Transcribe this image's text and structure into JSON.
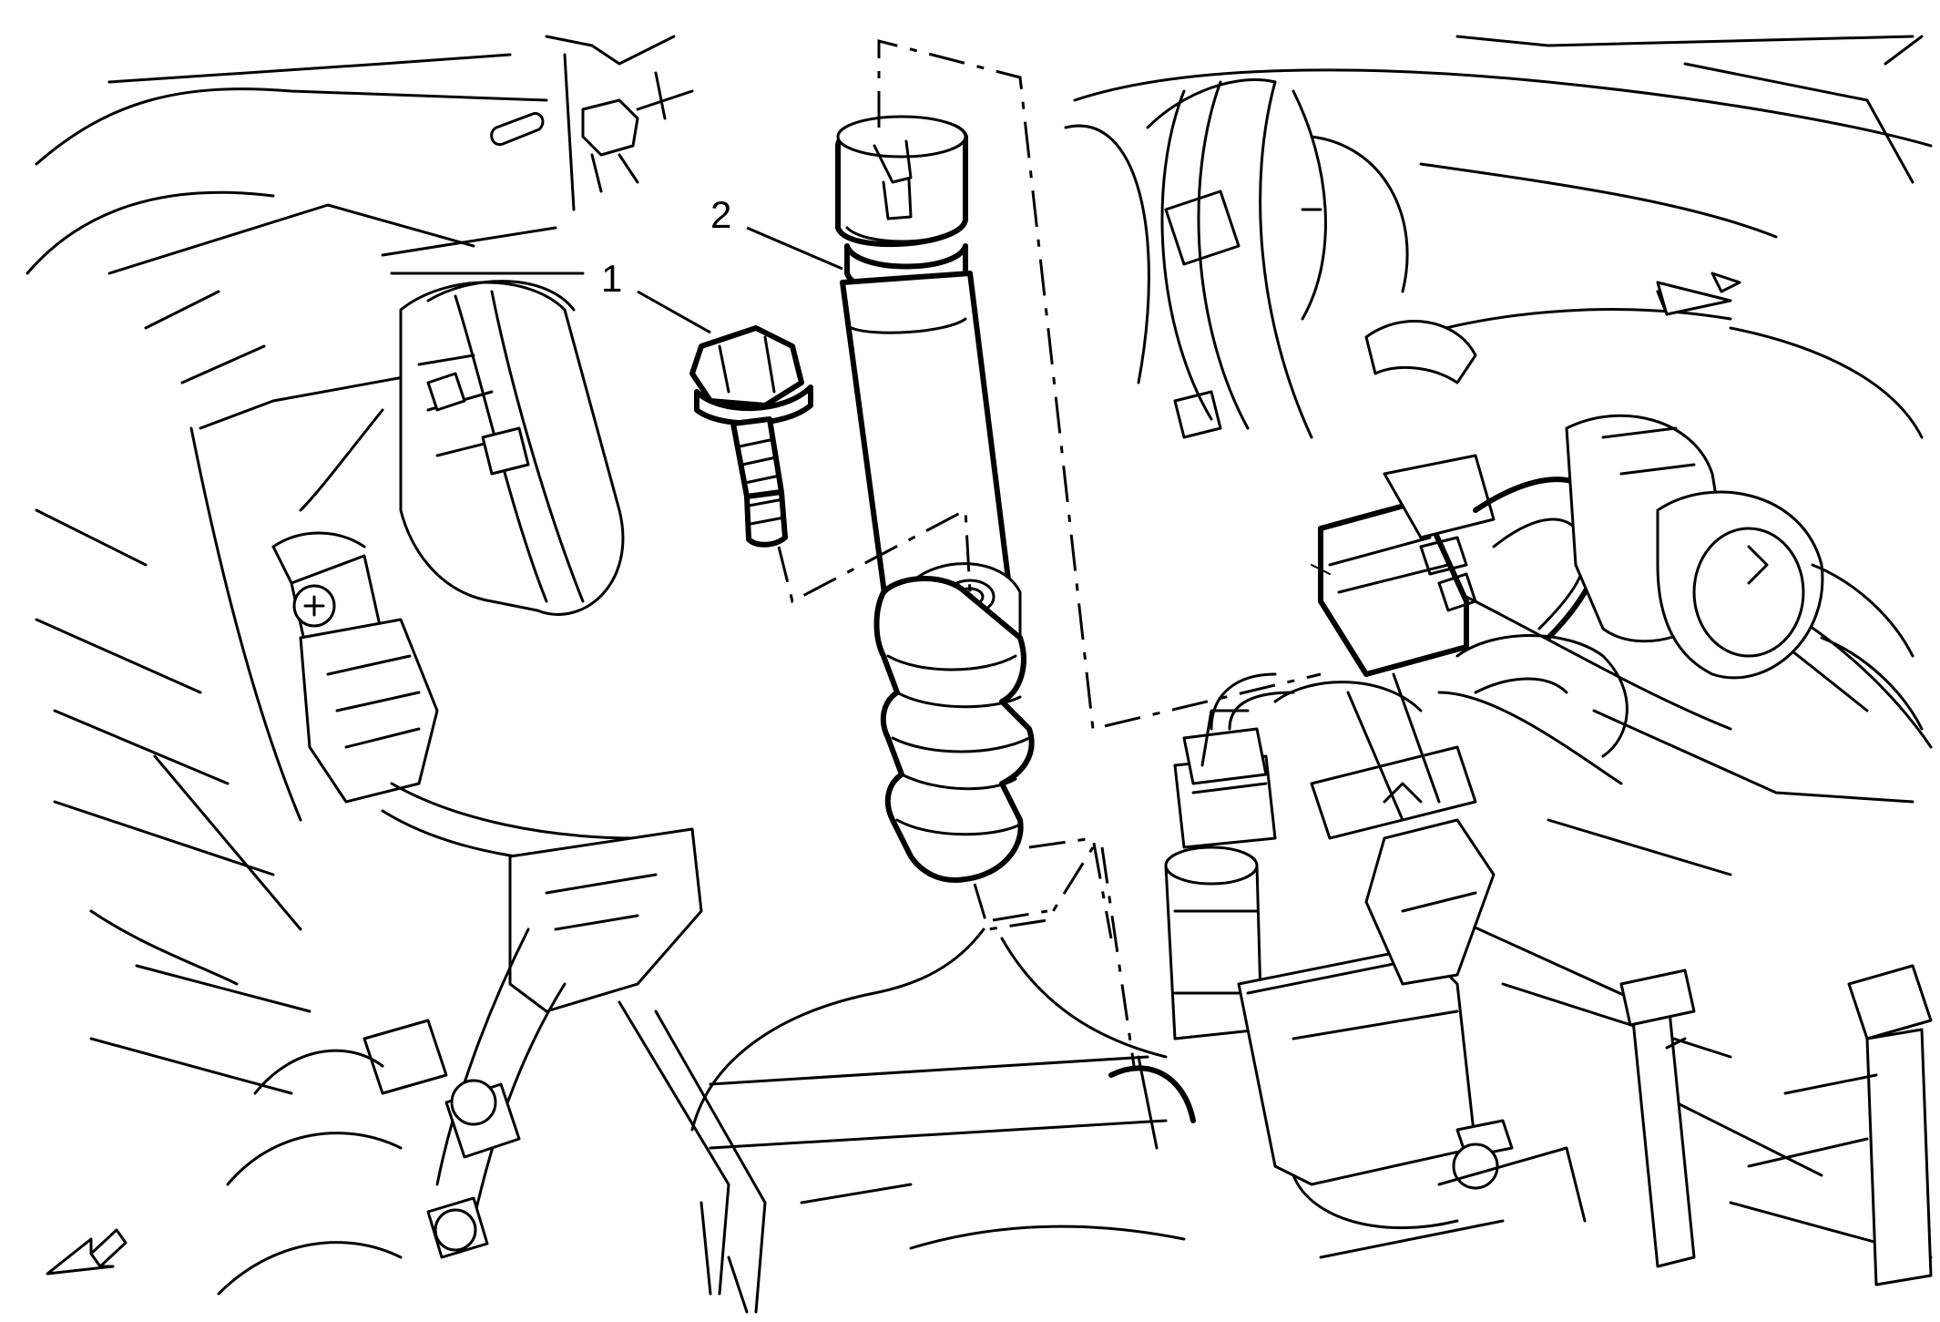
{
  "callouts": [
    {
      "id": "1",
      "label": "1"
    },
    {
      "id": "2",
      "label": "2"
    }
  ],
  "icons": {
    "direction_arrow": "front-direction-arrow-icon"
  }
}
